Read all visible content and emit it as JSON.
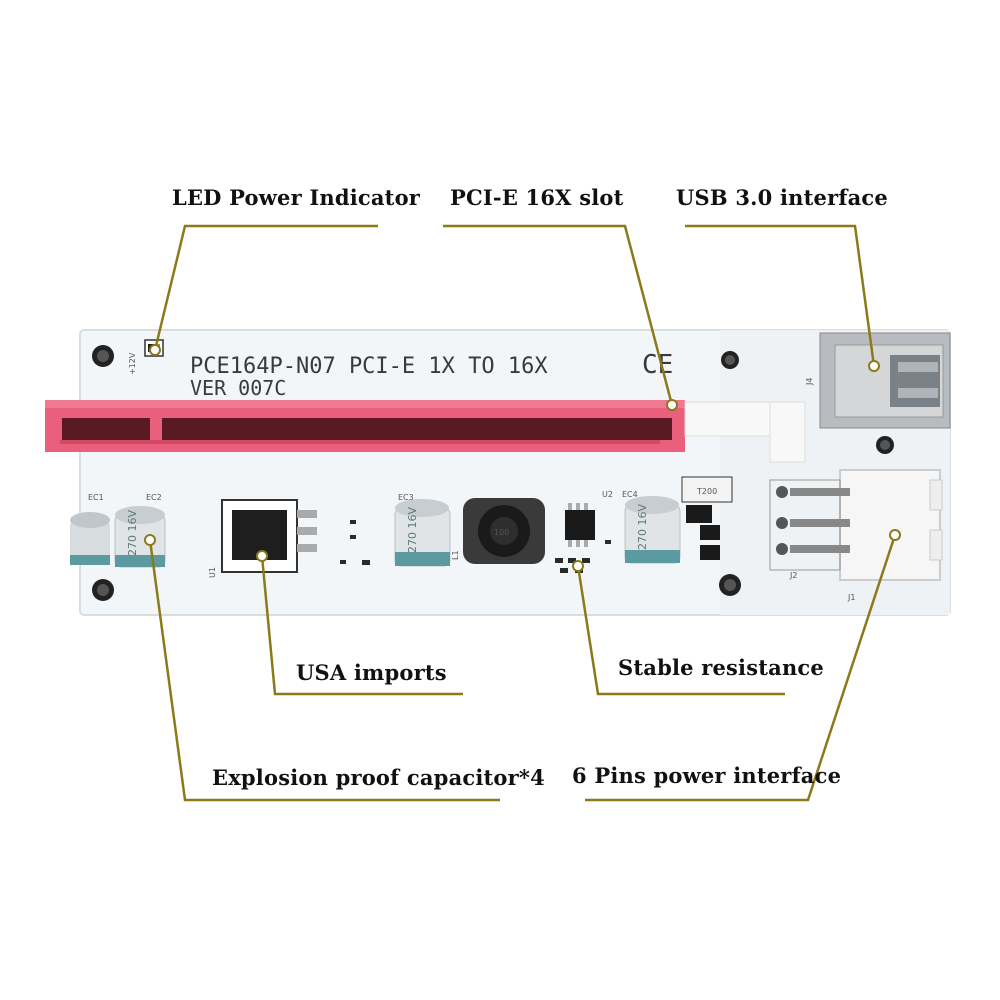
{
  "labels": {
    "led": "LED Power Indicator",
    "pcie_slot": "PCI-E 16X slot",
    "usb": "USB 3.0 interface",
    "usa": "USA imports",
    "resistance": "Stable resistance",
    "capacitor": "Explosion proof capacitor*4",
    "power": "6 Pins power interface"
  },
  "board": {
    "model": "PCE164P-N07 PCI-E  1X  TO  16X",
    "version": "VER  007C",
    "ce_mark": "CE",
    "silk": {
      "ec1": "EC1",
      "ec2": "EC2",
      "ec3": "EC3",
      "ec4": "EC4",
      "u1": "U1",
      "u2": "U2",
      "l1": "L1",
      "j1": "J1",
      "j2": "J2",
      "j4": "J4",
      "t200": "T200",
      "inductor": "100",
      "led_v": "+12V"
    },
    "cap_text": "270 16V"
  },
  "colors": {
    "leader": "#8a7a1a",
    "slot": "#e85a78",
    "board": "#f3f6f8"
  }
}
